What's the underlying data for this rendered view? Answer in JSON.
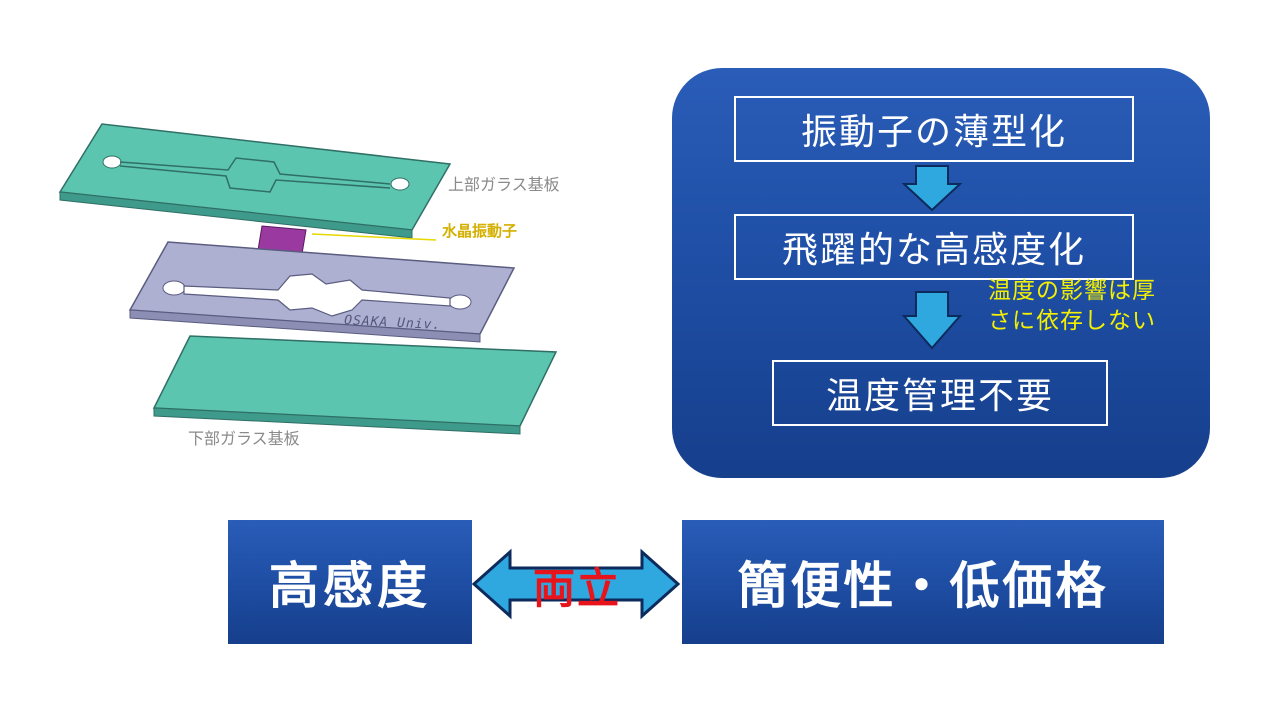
{
  "diagram": {
    "upper_plate_label": "上部ガラス基板",
    "resonator_label": "水晶振動子",
    "middle_plate_label": "OSAKA Univ.",
    "lower_plate_label": "下部ガラス基板"
  },
  "flow": {
    "step1": "振動子の薄型化",
    "step2": "飛躍的な高感度化",
    "step3": "温度管理不要",
    "note_line1": "温度の影響は厚",
    "note_line2": "さに依存しない"
  },
  "bottom": {
    "high_sensitivity": "高感度",
    "both": "両立",
    "simple_cheap": "簡便性・低価格"
  },
  "colors": {
    "panel_blue": "#1f4fa6",
    "arrow_cyan": "#2fa8e0",
    "note_yellow": "#f4f000",
    "both_red": "#e8141b",
    "plate_teal": "#5cc5b0",
    "plate_lavender": "#aeb0d2",
    "resonator_purple": "#9a3aa0"
  }
}
